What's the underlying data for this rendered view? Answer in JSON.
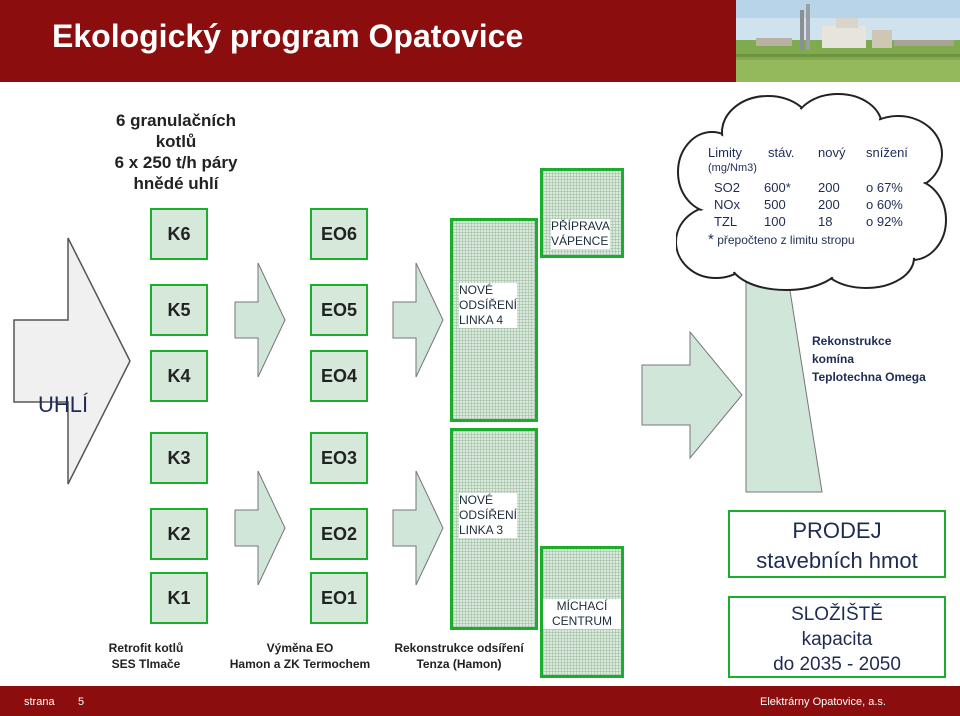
{
  "header": {
    "title": "Ekologický program Opatovice"
  },
  "footer": {
    "strana_label": "strana",
    "page_number": "5",
    "company": "Elektrárny Opatovice, a.s."
  },
  "boilers_info": {
    "line1": "6 granulačních kotlů",
    "line2": "6 x 250 t/h páry",
    "line3": "hnědé uhlí"
  },
  "coal_label": "UHLÍ",
  "boilers": {
    "k6": "K6",
    "k5": "K5",
    "k4": "K4",
    "k3": "K3",
    "k2": "K2",
    "k1": "K1"
  },
  "filters": {
    "eo6": "EO6",
    "eo5": "EO5",
    "eo4": "EO4",
    "eo3": "EO3",
    "eo2": "EO2",
    "eo1": "EO1"
  },
  "limestone": {
    "line1": "PŘÍPRAVA",
    "line2": "VÁPENCE"
  },
  "desulf4": {
    "line1": "NOVÉ",
    "line2": "ODSÍŘENÍ",
    "line3": "LINKA 4"
  },
  "desulf3": {
    "line1": "NOVÉ",
    "line2": "ODSÍŘENÍ",
    "line3": "LINKA 3"
  },
  "mixing": {
    "line1": "MÍCHACÍ",
    "line2": "CENTRUM"
  },
  "captions": {
    "retrofit1": "Retrofit kotlů",
    "retrofit2": "SES Tlmače",
    "exchange1": "Výměna EO",
    "exchange2": "Hamon a ZK Termochem",
    "recon1": "Rekonstrukce odsíření",
    "recon2": "Tenza (Hamon)"
  },
  "chimney": {
    "line1": "Rekonstrukce",
    "line2": "komína",
    "line3": "Teplotechna Omega"
  },
  "limits": {
    "h_limity": "Limity",
    "h_stav": "stáv.",
    "h_novy": "nový",
    "h_snizeni": "snížení",
    "unit": "(mg/Nm3)",
    "rows": [
      {
        "name": "SO2",
        "stav": "600*",
        "novy": "200",
        "snizeni": "o 67%"
      },
      {
        "name": "NOx",
        "stav": "500",
        "novy": "200",
        "snizeni": "o 60%"
      },
      {
        "name": "TZL",
        "stav": "100",
        "novy": "18",
        "snizeni": "o 92%"
      }
    ],
    "note_star": "*",
    "note": "přepočteno z limitu stropu"
  },
  "prodej": {
    "line1": "PRODEJ",
    "line2": "stavebních hmot"
  },
  "storage": {
    "line1": "SLOŽIŠTĚ",
    "line2": "kapacita",
    "line3": "do 2035 - 2050"
  }
}
